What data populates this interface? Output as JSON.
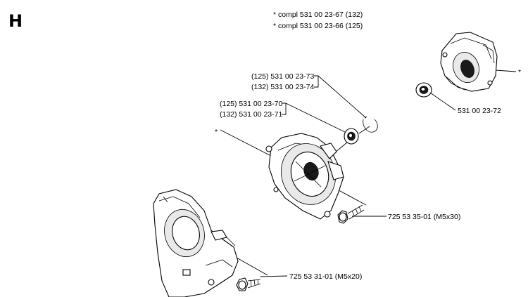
{
  "section": "H",
  "notes": [
    "*  compl 531 00 23-67 (132)",
    "*  compl 531 00 23-66 (125)"
  ],
  "parts": {
    "bearing_right": "531 00 23-72",
    "circlip_a": "(125) 531 00 23-73",
    "circlip_b": "(132) 531 00 23-74",
    "bearing_a": "(125) 531 00 23-70",
    "bearing_b": "(132) 531 00 23-71",
    "screw_upper": "725 53 35-01 (M5x30)",
    "screw_lower": "725 53 31-01 (M5x20)",
    "asterisk_left": "*",
    "asterisk_right": "*"
  }
}
